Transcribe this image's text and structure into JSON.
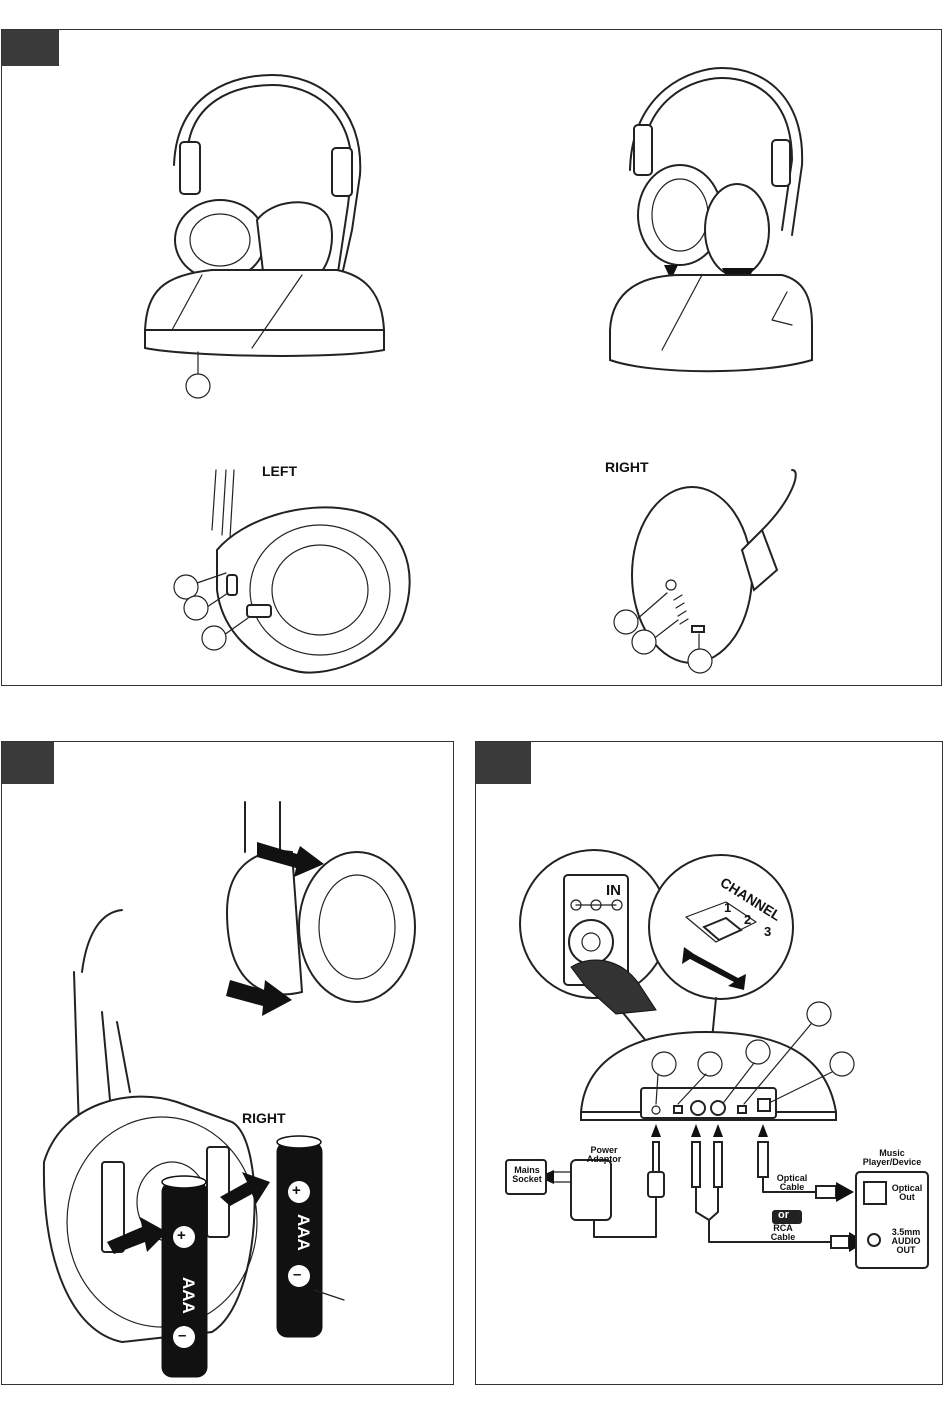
{
  "panel1": {
    "left_label": "LEFT",
    "right_label": "RIGHT"
  },
  "panel2": {
    "right_label": "RIGHT",
    "battery_label": "AAA",
    "plus_symbol": "+",
    "minus_symbol": "–"
  },
  "panel3": {
    "in_label": "IN",
    "channel_label": "CHANNEL",
    "channel_numbers": [
      "1",
      "2",
      "3"
    ],
    "mains_socket": "Mains Socket",
    "power_adaptor": "Power Adaptor",
    "optical_cable": "Optical Cable",
    "or_label": "or",
    "rca_cable": "RCA Cable",
    "music_player": "Music Player/Device",
    "optical_out": "Optical Out",
    "audio_out": "3.5mm AUDIO OUT"
  }
}
